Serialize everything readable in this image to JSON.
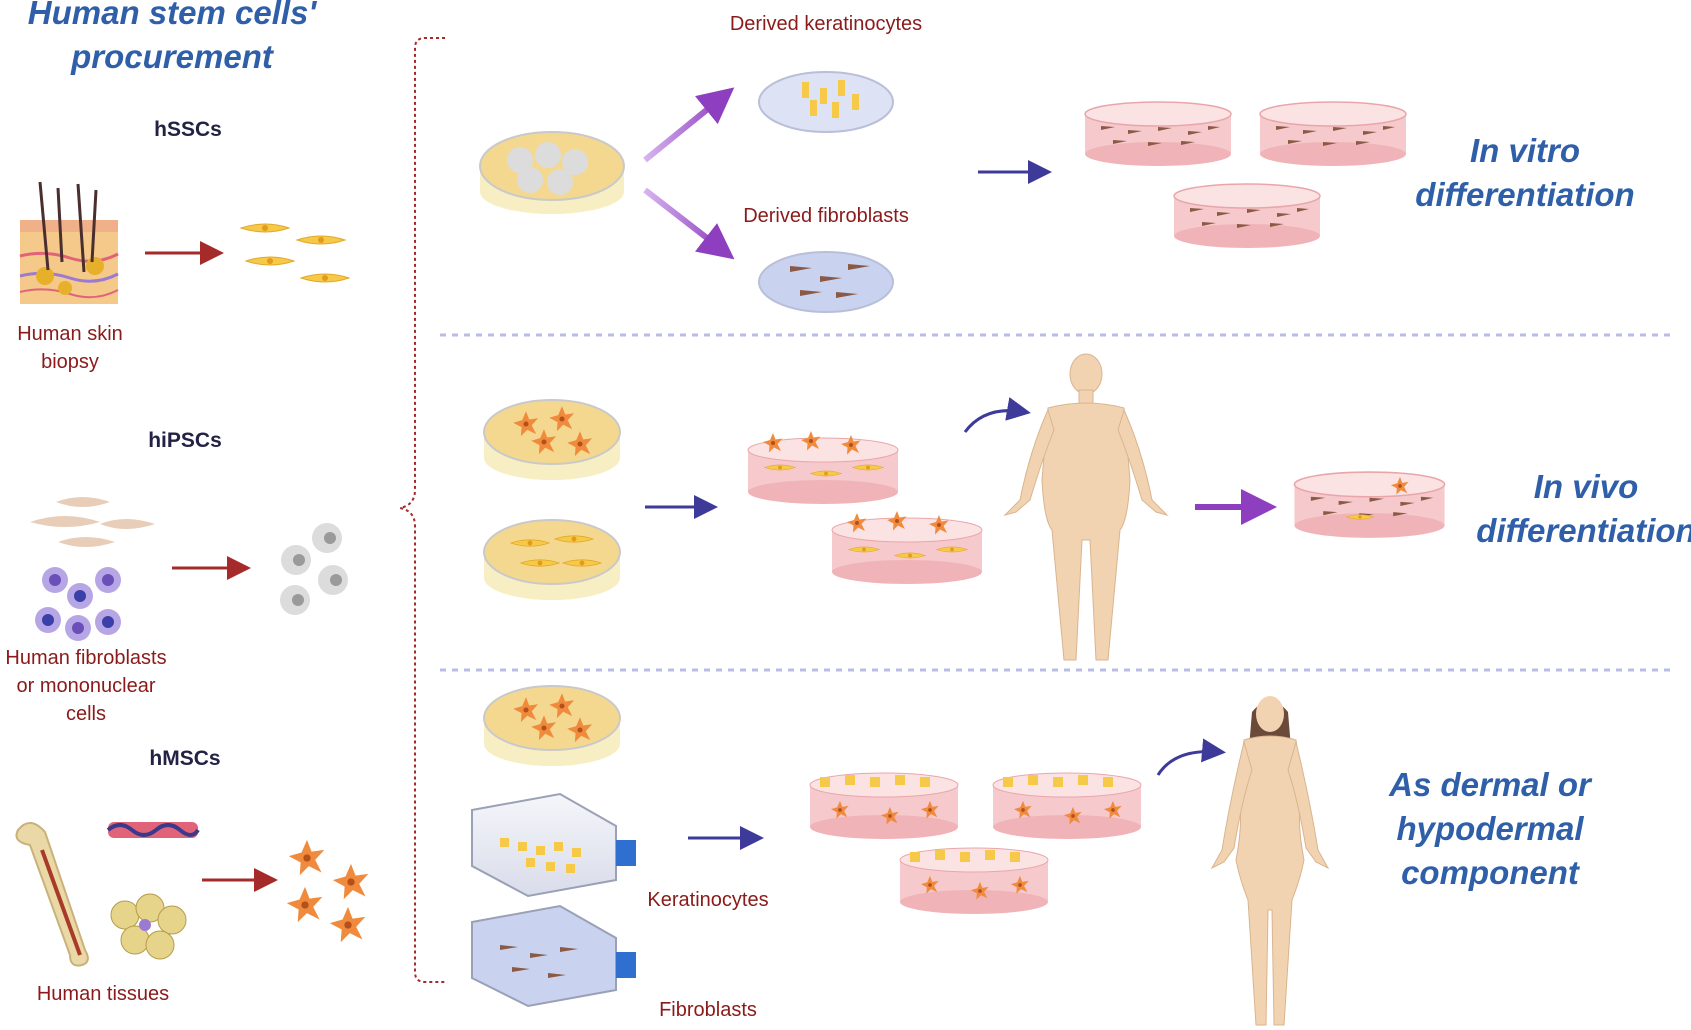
{
  "title": [
    "Human stem cells'",
    "procurement"
  ],
  "sources": {
    "hsscs": {
      "name": "hSSCs",
      "origin_lines": [
        "Human skin",
        "biopsy"
      ]
    },
    "hipscs": {
      "name": "hiPSCs",
      "origin_lines": [
        "Human fibroblasts",
        "or mononuclear",
        "cells"
      ]
    },
    "hmscs": {
      "name": "hMSCs",
      "origin_lines": [
        "Human tissues"
      ]
    }
  },
  "derived": {
    "keratinocytes": "Derived keratinocytes",
    "fibroblasts": "Derived fibroblasts"
  },
  "flasks": {
    "keratinocytes": "Keratinocytes",
    "fibroblasts": "Fibroblasts"
  },
  "outcomes": {
    "in_vitro": [
      "In vitro",
      "differentiation"
    ],
    "in_vivo": [
      "In vivo",
      "differentiation"
    ],
    "dermal": [
      "As dermal or",
      "hypodermal",
      "component"
    ]
  },
  "colors": {
    "title_blue": "#2f5fa8",
    "label_red": "#8b1a1a",
    "purple_arrow": "#8e3fbf",
    "navy_arrow": "#3d3a9a",
    "dish_pink": "#f6c9cc",
    "skin": "#f2d3b1",
    "cell_yellow": "#f7c948",
    "cell_orange": "#f08a3c"
  }
}
